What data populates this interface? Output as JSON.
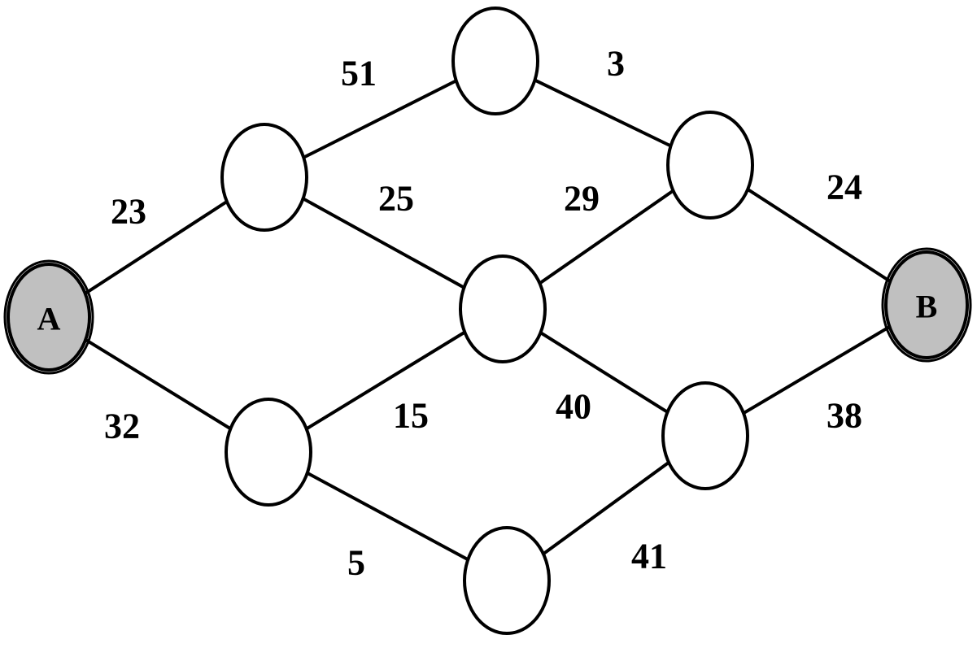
{
  "diagram": {
    "nodes": [
      {
        "id": "A",
        "label": "A",
        "terminal": true
      },
      {
        "id": "n1",
        "label": "",
        "terminal": false
      },
      {
        "id": "n2",
        "label": "",
        "terminal": false
      },
      {
        "id": "n3",
        "label": "",
        "terminal": false
      },
      {
        "id": "n4",
        "label": "",
        "terminal": false
      },
      {
        "id": "n5",
        "label": "",
        "terminal": false
      },
      {
        "id": "n6",
        "label": "",
        "terminal": false
      },
      {
        "id": "n7",
        "label": "",
        "terminal": false
      },
      {
        "id": "B",
        "label": "B",
        "terminal": true
      }
    ],
    "edges": [
      {
        "from": "A",
        "to": "n1",
        "weight": "23"
      },
      {
        "from": "A",
        "to": "n5",
        "weight": "32"
      },
      {
        "from": "n1",
        "to": "n2",
        "weight": "51"
      },
      {
        "from": "n1",
        "to": "n4",
        "weight": "25"
      },
      {
        "from": "n2",
        "to": "n3",
        "weight": "3"
      },
      {
        "from": "n4",
        "to": "n3",
        "weight": "29"
      },
      {
        "from": "n3",
        "to": "B",
        "weight": "24"
      },
      {
        "from": "n5",
        "to": "n4",
        "weight": "15"
      },
      {
        "from": "n4",
        "to": "n6",
        "weight": "40"
      },
      {
        "from": "n6",
        "to": "B",
        "weight": "38"
      },
      {
        "from": "n5",
        "to": "n7",
        "weight": "5"
      },
      {
        "from": "n7",
        "to": "n6",
        "weight": "41"
      }
    ],
    "colors": {
      "stroke": "#000000",
      "terminal_fill": "#c0c0c0",
      "node_fill": "#ffffff"
    }
  }
}
